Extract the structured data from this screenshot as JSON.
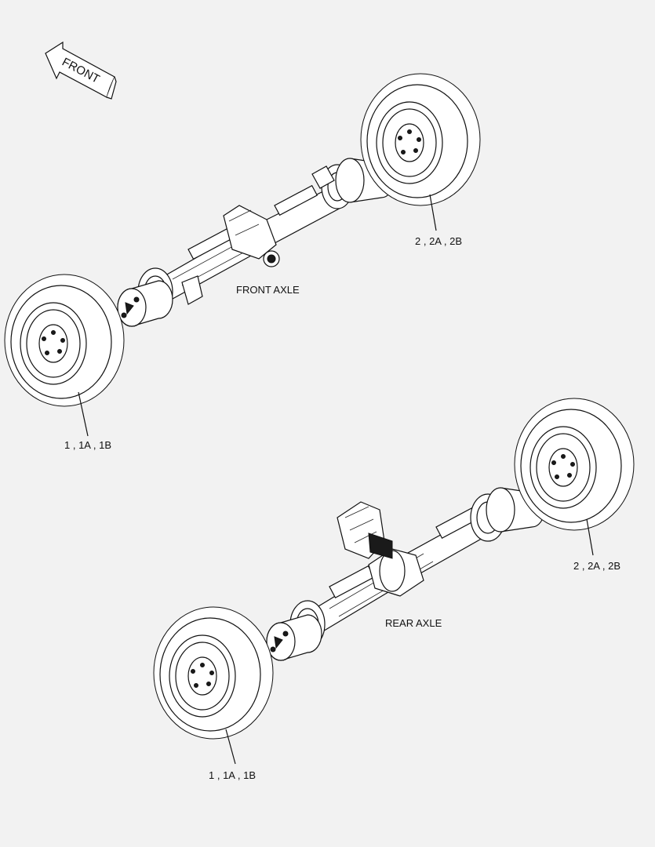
{
  "direction_arrow": {
    "label": "FRONT"
  },
  "front_axle": {
    "title": "FRONT AXLE",
    "left_wheel_callout": "1 , 1A , 1B",
    "right_wheel_callout": "2 , 2A , 2B"
  },
  "rear_axle": {
    "title": "REAR AXLE",
    "left_wheel_callout": "1 , 1A , 1B",
    "right_wheel_callout": "2 , 2A , 2B"
  }
}
